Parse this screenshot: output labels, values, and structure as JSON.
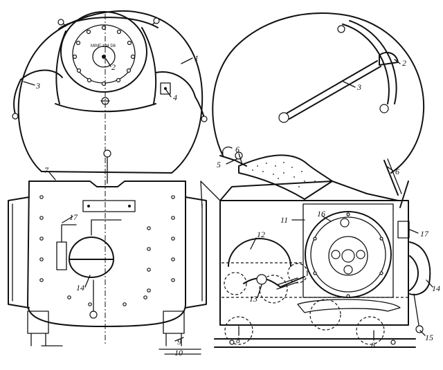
{
  "hatch_text": "MINE 194 D6",
  "callouts": {
    "1": "1",
    "2a": "2",
    "2b": "2",
    "3a": "3",
    "3b": "3",
    "4": "4",
    "5": "5",
    "6a": "6",
    "6b": "6",
    "7": "7",
    "8a": "8",
    "8b": "8",
    "9": "9",
    "10": "10",
    "11": "11",
    "12": "12",
    "13": "13",
    "14a": "14",
    "14b": "14",
    "16": "16",
    "17a": "17",
    "17b": "17",
    "15": "15"
  }
}
